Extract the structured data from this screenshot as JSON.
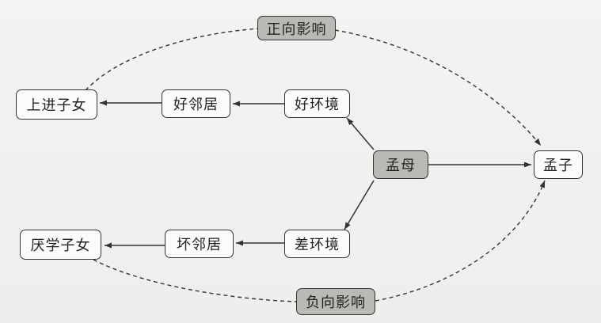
{
  "diagram": {
    "nodes": {
      "positive_children": "上进子女",
      "good_neighbors": "好邻居",
      "good_environment": "好环境",
      "meng_mother": "孟母",
      "mencius": "孟子",
      "negative_children": "厌学子女",
      "bad_neighbors": "坏邻居",
      "bad_environment": "差环境",
      "positive_influence": "正向影响",
      "negative_influence": "负向影响"
    },
    "edges": [
      {
        "from": "meng_mother",
        "to": "good_environment",
        "style": "solid"
      },
      {
        "from": "meng_mother",
        "to": "bad_environment",
        "style": "solid"
      },
      {
        "from": "meng_mother",
        "to": "mencius",
        "style": "solid"
      },
      {
        "from": "good_environment",
        "to": "good_neighbors",
        "style": "solid"
      },
      {
        "from": "good_neighbors",
        "to": "positive_children",
        "style": "solid"
      },
      {
        "from": "bad_environment",
        "to": "bad_neighbors",
        "style": "solid"
      },
      {
        "from": "bad_neighbors",
        "to": "negative_children",
        "style": "solid"
      },
      {
        "from": "positive_children",
        "to": "mencius",
        "style": "dashed",
        "via": "positive_influence"
      },
      {
        "from": "negative_children",
        "to": "mencius",
        "style": "dashed",
        "via": "negative_influence"
      }
    ],
    "colors": {
      "highlight_fill": "#b9b9b6",
      "plain_fill": "#fbfbf9",
      "stroke": "#333333"
    }
  }
}
